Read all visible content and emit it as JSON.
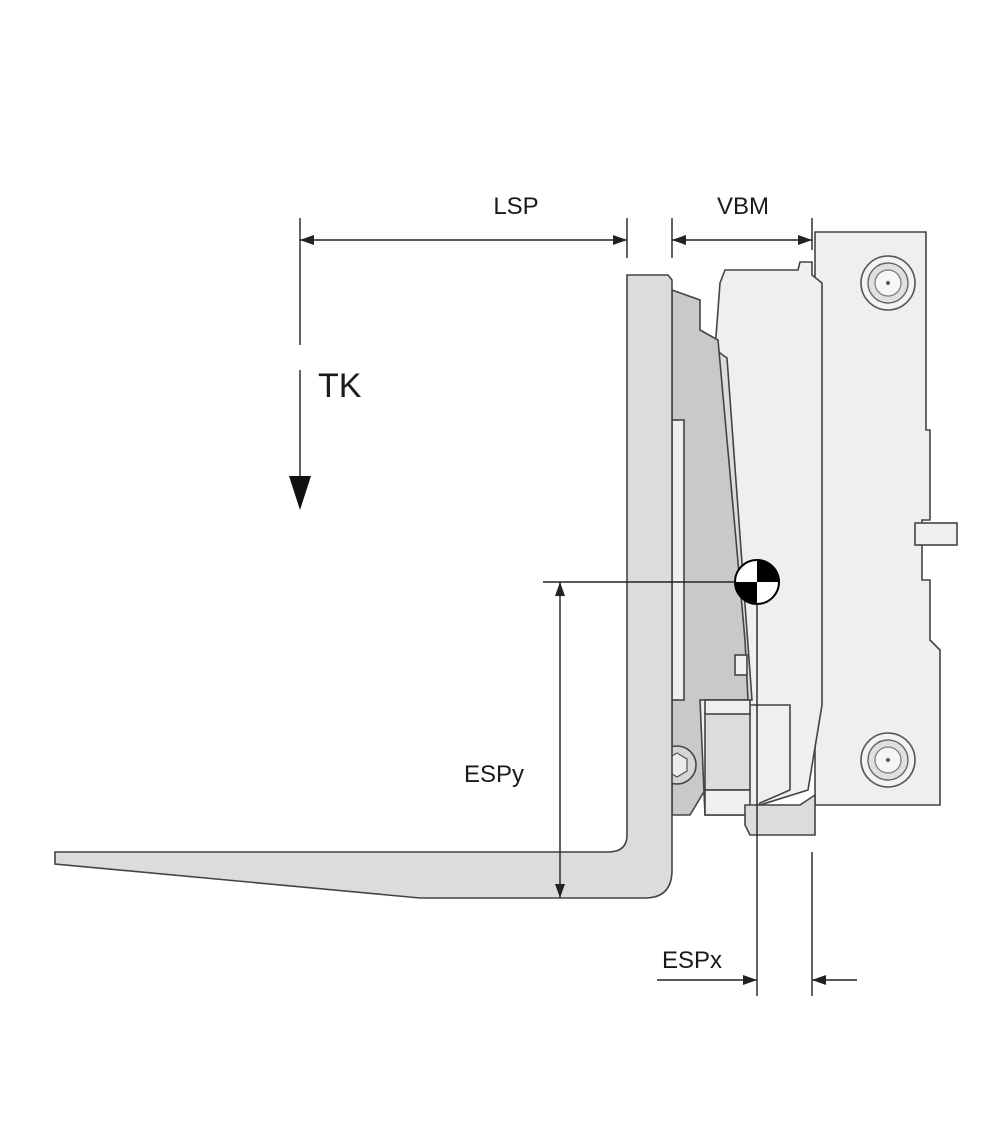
{
  "labels": {
    "lsp": "LSP",
    "vbm": "VBM",
    "tk": "TK",
    "espy": "ESPy",
    "espx": "ESPx"
  },
  "colors": {
    "line": "#222222",
    "part_stroke": "#444444",
    "fork_fill": "#dcdcdc",
    "carriage_fill": "#efefef",
    "shade_fill": "#c9c9c9",
    "cog_dark": "#000000",
    "cog_light": "#ffffff"
  },
  "icons": {
    "center_of_gravity": "cog-symbol-icon",
    "arrow": "arrow-down-icon"
  }
}
